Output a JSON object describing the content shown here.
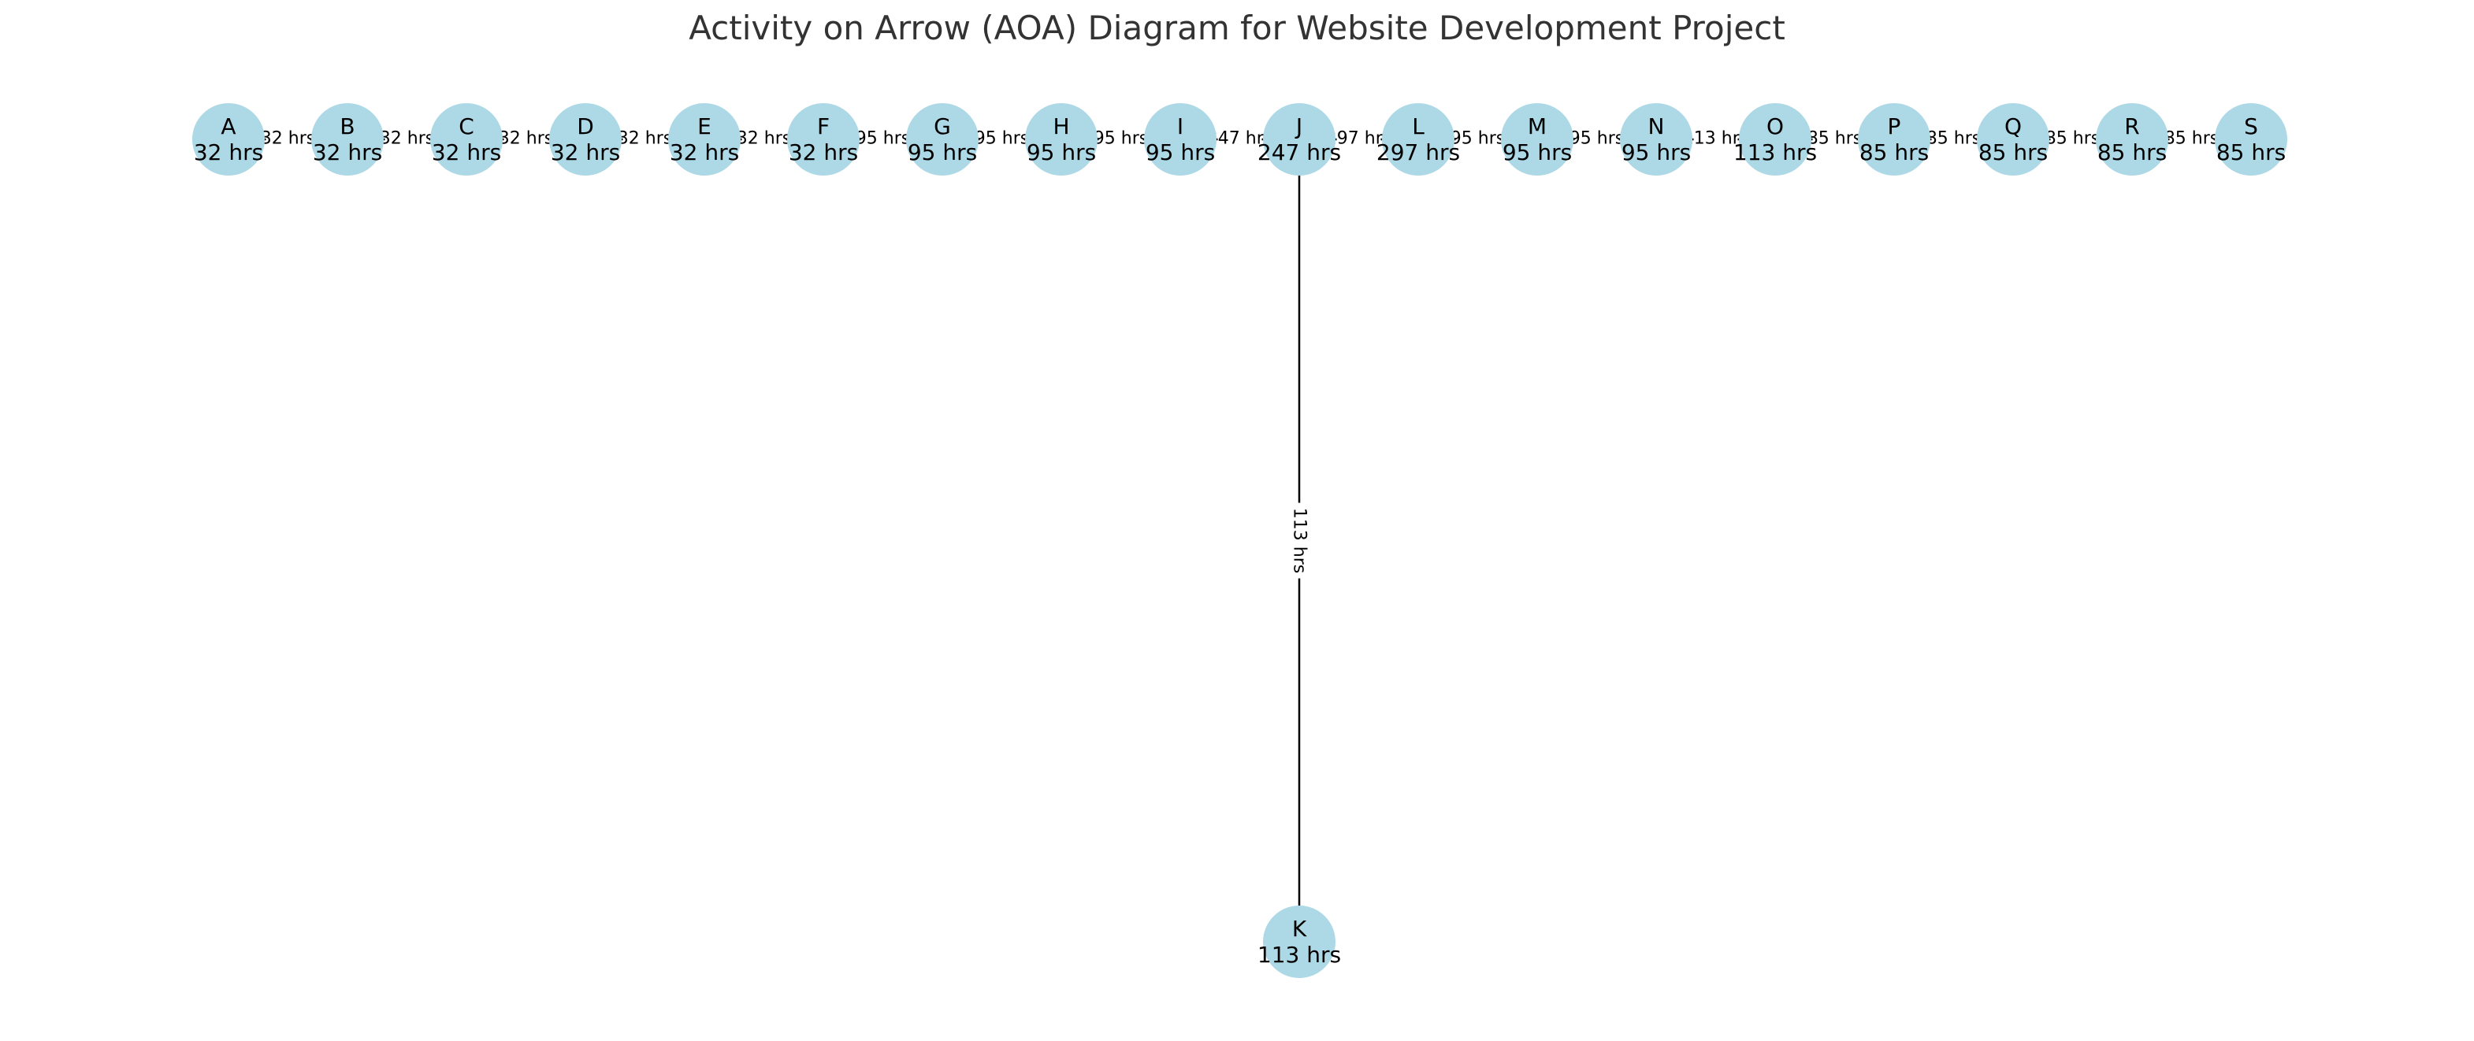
{
  "title": "Activity on Arrow (AOA) Diagram for Website Development Project",
  "colors": {
    "node_fill": "#add8e6",
    "edge": "#000000",
    "text": "#000000",
    "title": "#333333",
    "label_bg": "#ffffff"
  },
  "nodes": [
    {
      "id": "A",
      "label": "A",
      "duration": "32 hrs"
    },
    {
      "id": "B",
      "label": "B",
      "duration": "32 hrs"
    },
    {
      "id": "C",
      "label": "C",
      "duration": "32 hrs"
    },
    {
      "id": "D",
      "label": "D",
      "duration": "32 hrs"
    },
    {
      "id": "E",
      "label": "E",
      "duration": "32 hrs"
    },
    {
      "id": "F",
      "label": "F",
      "duration": "32 hrs"
    },
    {
      "id": "G",
      "label": "G",
      "duration": "95 hrs"
    },
    {
      "id": "H",
      "label": "H",
      "duration": "95 hrs"
    },
    {
      "id": "I",
      "label": "I",
      "duration": "95 hrs"
    },
    {
      "id": "J",
      "label": "J",
      "duration": "247 hrs"
    },
    {
      "id": "L",
      "label": "L",
      "duration": "297 hrs"
    },
    {
      "id": "M",
      "label": "M",
      "duration": "95 hrs"
    },
    {
      "id": "N",
      "label": "N",
      "duration": "95 hrs"
    },
    {
      "id": "O",
      "label": "O",
      "duration": "113 hrs"
    },
    {
      "id": "P",
      "label": "P",
      "duration": "85 hrs"
    },
    {
      "id": "Q",
      "label": "Q",
      "duration": "85 hrs"
    },
    {
      "id": "R",
      "label": "R",
      "duration": "85 hrs"
    },
    {
      "id": "S",
      "label": "S",
      "duration": "85 hrs"
    },
    {
      "id": "K",
      "label": "K",
      "duration": "113 hrs"
    }
  ],
  "edges": [
    {
      "from": "A",
      "to": "B",
      "label": "32 hrs"
    },
    {
      "from": "B",
      "to": "C",
      "label": "32 hrs"
    },
    {
      "from": "C",
      "to": "D",
      "label": "32 hrs"
    },
    {
      "from": "D",
      "to": "E",
      "label": "32 hrs"
    },
    {
      "from": "E",
      "to": "F",
      "label": "32 hrs"
    },
    {
      "from": "F",
      "to": "G",
      "label": "95 hrs"
    },
    {
      "from": "G",
      "to": "H",
      "label": "95 hrs"
    },
    {
      "from": "H",
      "to": "I",
      "label": "95 hrs"
    },
    {
      "from": "I",
      "to": "J",
      "label": "247 hrs"
    },
    {
      "from": "J",
      "to": "L",
      "label": "297 hrs"
    },
    {
      "from": "L",
      "to": "M",
      "label": "95 hrs"
    },
    {
      "from": "M",
      "to": "N",
      "label": "95 hrs"
    },
    {
      "from": "N",
      "to": "O",
      "label": "113 hrs"
    },
    {
      "from": "O",
      "to": "P",
      "label": "85 hrs"
    },
    {
      "from": "P",
      "to": "Q",
      "label": "85 hrs"
    },
    {
      "from": "Q",
      "to": "R",
      "label": "85 hrs"
    },
    {
      "from": "R",
      "to": "S",
      "label": "85 hrs"
    },
    {
      "from": "J",
      "to": "K",
      "label": "113 hrs"
    }
  ]
}
